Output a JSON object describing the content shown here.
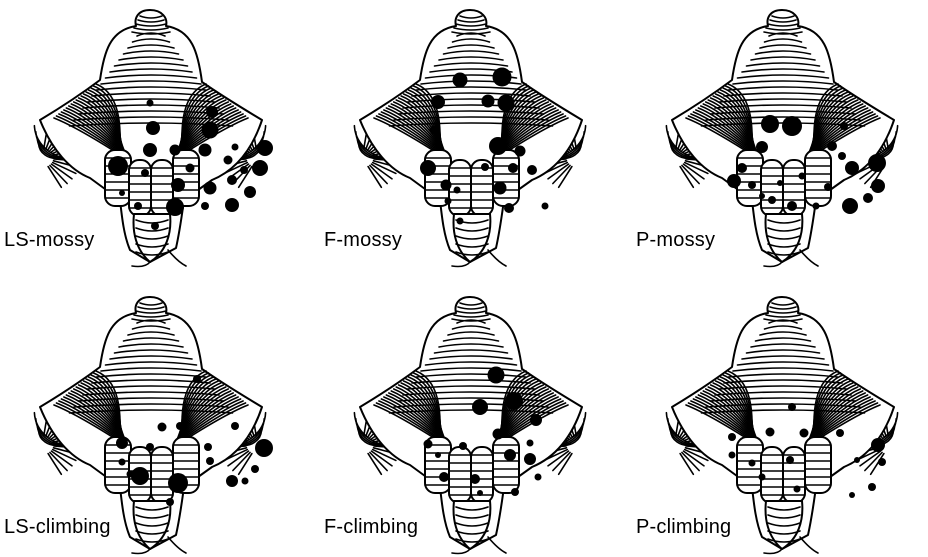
{
  "figure": {
    "panels": [
      {
        "id": "ls-mossy",
        "label": "LS-mossy",
        "dots": [
          [
            150,
            103,
            3.5
          ],
          [
            212,
            112,
            6
          ],
          [
            210,
            130,
            8.5
          ],
          [
            153,
            128,
            7
          ],
          [
            175,
            150,
            5.5
          ],
          [
            265,
            148,
            8
          ],
          [
            118,
            166,
            10
          ],
          [
            150,
            150,
            7
          ],
          [
            205,
            150,
            6.5
          ],
          [
            228,
            160,
            4.5
          ],
          [
            260,
            168,
            8
          ],
          [
            145,
            173,
            4
          ],
          [
            178,
            185,
            7
          ],
          [
            210,
            188,
            6.5
          ],
          [
            232,
            180,
            5
          ],
          [
            250,
            192,
            6
          ],
          [
            175,
            207,
            9
          ],
          [
            205,
            206,
            4
          ],
          [
            232,
            205,
            7
          ],
          [
            155,
            226,
            4
          ],
          [
            138,
            206,
            4
          ],
          [
            235,
            147,
            3.5
          ],
          [
            190,
            168,
            4.5
          ],
          [
            122,
            193,
            3
          ],
          [
            244,
            170,
            4
          ]
        ]
      },
      {
        "id": "f-mossy",
        "label": "F-mossy",
        "dots": [
          [
            140,
            80,
            7.5
          ],
          [
            182,
            77,
            9.5
          ],
          [
            168,
            101,
            6.5
          ],
          [
            186,
            103,
            8.5
          ],
          [
            118,
            102,
            7
          ],
          [
            114,
            130,
            4.5
          ],
          [
            178,
            146,
            9
          ],
          [
            200,
            151,
            5.5
          ],
          [
            108,
            168,
            8
          ],
          [
            126,
            185,
            5.5
          ],
          [
            165,
            167,
            4
          ],
          [
            180,
            188,
            6.5
          ],
          [
            193,
            168,
            5
          ],
          [
            212,
            170,
            5
          ],
          [
            189,
            208,
            5
          ],
          [
            128,
            201,
            3.5
          ],
          [
            140,
            221,
            3.5
          ],
          [
            225,
            206,
            3.5
          ],
          [
            137,
            190,
            3.5
          ]
        ]
      },
      {
        "id": "p-mossy",
        "label": "P-mossy",
        "dots": [
          [
            138,
            124,
            9
          ],
          [
            160,
            126,
            10
          ],
          [
            130,
            147,
            6
          ],
          [
            212,
            126,
            4
          ],
          [
            185,
            147,
            4
          ],
          [
            200,
            146,
            5
          ],
          [
            210,
            156,
            4
          ],
          [
            245,
            163,
            9
          ],
          [
            220,
            168,
            7
          ],
          [
            246,
            186,
            7
          ],
          [
            236,
            198,
            5
          ],
          [
            218,
            206,
            8
          ],
          [
            102,
            181,
            7
          ],
          [
            110,
            168,
            5
          ],
          [
            120,
            185,
            4
          ],
          [
            140,
            200,
            4
          ],
          [
            160,
            206,
            5
          ],
          [
            130,
            196,
            3
          ],
          [
            170,
            176,
            3.5
          ],
          [
            196,
            187,
            4
          ],
          [
            148,
            183,
            3
          ],
          [
            184,
            206,
            3.5
          ]
        ]
      },
      {
        "id": "ls-climbing",
        "label": "LS-climbing",
        "dots": [
          [
            197,
            92,
            4
          ],
          [
            162,
            140,
            4.5
          ],
          [
            180,
            139,
            4
          ],
          [
            235,
            139,
            4
          ],
          [
            122,
            156,
            6
          ],
          [
            264,
            161,
            9
          ],
          [
            150,
            160,
            4
          ],
          [
            208,
            160,
            4
          ],
          [
            210,
            174,
            4
          ],
          [
            122,
            175,
            3.5
          ],
          [
            140,
            189,
            9
          ],
          [
            178,
            196,
            10
          ],
          [
            232,
            194,
            6
          ],
          [
            170,
            215,
            4
          ],
          [
            255,
            182,
            4
          ],
          [
            245,
            194,
            3.5
          ],
          [
            130,
            187,
            3.5
          ]
        ]
      },
      {
        "id": "f-climbing",
        "label": "F-climbing",
        "dots": [
          [
            176,
            88,
            8.5
          ],
          [
            194,
            114,
            9
          ],
          [
            160,
            120,
            8
          ],
          [
            216,
            133,
            6
          ],
          [
            108,
            157,
            4.5
          ],
          [
            178,
            147,
            5.5
          ],
          [
            210,
            156,
            3.5
          ],
          [
            143,
            159,
            4
          ],
          [
            190,
            168,
            6
          ],
          [
            210,
            172,
            6
          ],
          [
            124,
            190,
            5
          ],
          [
            155,
            192,
            5
          ],
          [
            218,
            190,
            3.5
          ],
          [
            195,
            205,
            4
          ],
          [
            160,
            206,
            3
          ],
          [
            118,
            168,
            3
          ]
        ]
      },
      {
        "id": "p-climbing",
        "label": "P-climbing",
        "dots": [
          [
            160,
            120,
            4
          ],
          [
            100,
            150,
            4
          ],
          [
            138,
            145,
            4.5
          ],
          [
            172,
            146,
            4.5
          ],
          [
            208,
            146,
            4
          ],
          [
            246,
            158,
            7
          ],
          [
            100,
            168,
            3.5
          ],
          [
            120,
            176,
            3.5
          ],
          [
            158,
            173,
            4
          ],
          [
            225,
            173,
            3
          ],
          [
            250,
            175,
            4
          ],
          [
            130,
            190,
            3.5
          ],
          [
            165,
            202,
            3.5
          ],
          [
            220,
            208,
            3
          ],
          [
            240,
            200,
            4
          ]
        ]
      }
    ]
  }
}
